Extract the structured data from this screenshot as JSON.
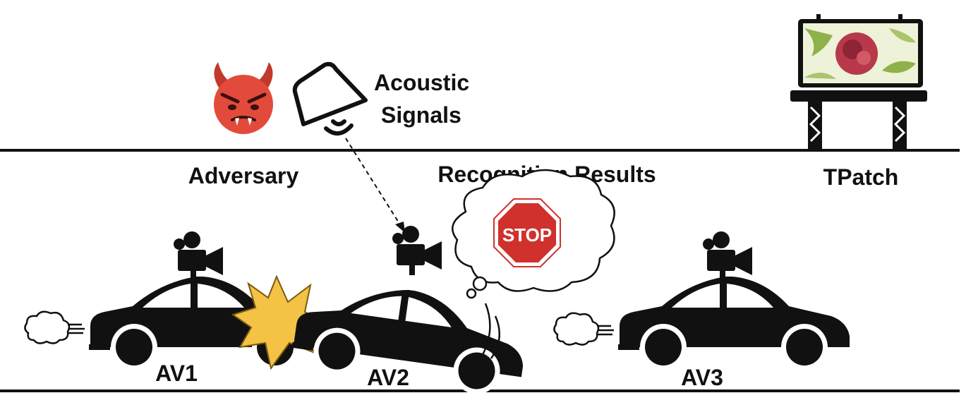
{
  "labels": {
    "acoustic_line1": "Acoustic",
    "acoustic_line2": "Signals",
    "adversary": "Adversary",
    "recognition": "Recognition Results",
    "tpatch": "TPatch",
    "av1": "AV1",
    "av2": "AV2",
    "av3": "AV3",
    "stop_sign_text": "STOP"
  },
  "icons": {
    "adversary": "devil-face-icon",
    "speaker": "speaker-icon",
    "billboard": "billboard-icon",
    "camera": "video-camera-icon",
    "car": "car-icon",
    "exhaust": "exhaust-puff-icon",
    "collision": "collision-burst-icon",
    "thought": "thought-cloud-icon",
    "stop": "stop-sign-icon"
  },
  "colors": {
    "ink": "#111111",
    "devil": "#e24b3b",
    "stop": "#d0312d",
    "burst": "#f4c244",
    "patch_rose": "#b83a4a",
    "patch_leaf": "#8fb14a"
  }
}
